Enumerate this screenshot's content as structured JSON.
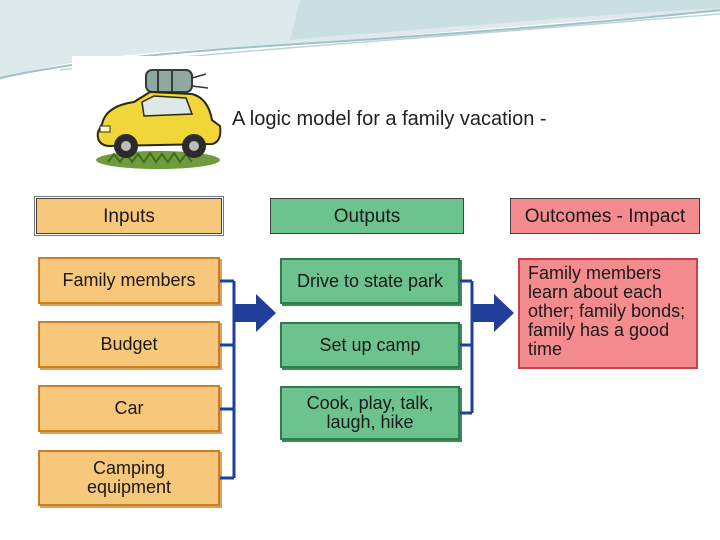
{
  "title": "A logic model for a family vacation -",
  "headers": {
    "inputs": "Inputs",
    "outputs": "Outputs",
    "outcomes": "Outcomes - Impact"
  },
  "inputs": [
    "Family members",
    "Budget",
    "Car",
    "Camping equipment"
  ],
  "outputs": [
    "Drive to state park",
    "Set up camp",
    "Cook, play, talk, laugh, hike"
  ],
  "outcome": "Family members learn about each other; family bonds; family has a good time",
  "colors": {
    "inputs_fill": "#f7c77b",
    "outputs_fill": "#6cc38d",
    "outcome_fill": "#f38b8f",
    "arrow": "#1f3f9a"
  }
}
